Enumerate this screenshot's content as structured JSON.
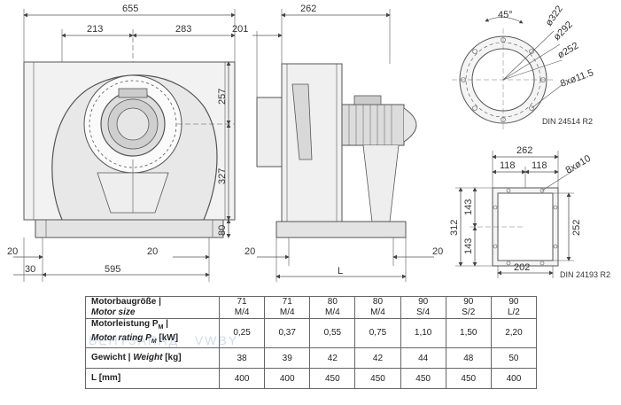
{
  "dimensions": {
    "front_width": "655",
    "front_left": "213",
    "front_right": "283",
    "front_height_upper": "257",
    "front_height_lower": "327",
    "front_base": "80",
    "front_foot_left": "20",
    "front_foot_mid": "20",
    "front_offset": "30",
    "front_base_width": "595",
    "side_width": "262",
    "side_inlet": "201",
    "side_foot_left": "20",
    "side_foot_right": "20",
    "side_length": "L",
    "flange_angle": "45°",
    "flange_d1": "ø322",
    "flange_d2": "ø292",
    "flange_d3": "ø252",
    "flange_holes": "8xø11.5",
    "flange_norm": "DIN 24514 R2",
    "outlet_width": "262",
    "outlet_half1": "118",
    "outlet_half2": "118",
    "outlet_holes": "8xø10",
    "outlet_h_total": "312",
    "outlet_h1": "143",
    "outlet_h2": "143",
    "outlet_h_inner": "252",
    "outlet_inner_width": "202",
    "outlet_norm": "DIN 24193 R2"
  },
  "table": {
    "motor_size_label_de": "Motorbaugröße |",
    "motor_size_label_en": "Motor size",
    "motor_rating_label_de": "Motorleistung P",
    "motor_rating_label_de_sub": "M",
    "motor_rating_label_de_unit": " |",
    "motor_rating_label_en": "Motor rating P",
    "motor_rating_label_en_sub": "M",
    "motor_rating_label_en_unit": " [kW]",
    "weight_label_de": "Gewicht |",
    "weight_label_en": "Weight",
    "weight_label_unit": " [kg]",
    "length_label": "L [mm]",
    "columns": [
      {
        "size_a": "71",
        "size_b": "M/4",
        "power": "0,25",
        "weight": "38",
        "length": "400"
      },
      {
        "size_a": "71",
        "size_b": "M/4",
        "power": "0,37",
        "weight": "39",
        "length": "400"
      },
      {
        "size_a": "80",
        "size_b": "M/4",
        "power": "0,55",
        "weight": "42",
        "length": "450"
      },
      {
        "size_a": "80",
        "size_b": "M/4",
        "power": "0,75",
        "weight": "42",
        "length": "450"
      },
      {
        "size_a": "90",
        "size_b": "S/4",
        "power": "1,10",
        "weight": "44",
        "length": "450"
      },
      {
        "size_a": "90",
        "size_b": "S/2",
        "power": "1,50",
        "weight": "48",
        "length": "450"
      },
      {
        "size_a": "90",
        "size_b": "L/2",
        "power": "2,20",
        "weight": "50",
        "length": "400"
      }
    ]
  },
  "watermark": "ВЕНТЗАПАД   VWBY"
}
